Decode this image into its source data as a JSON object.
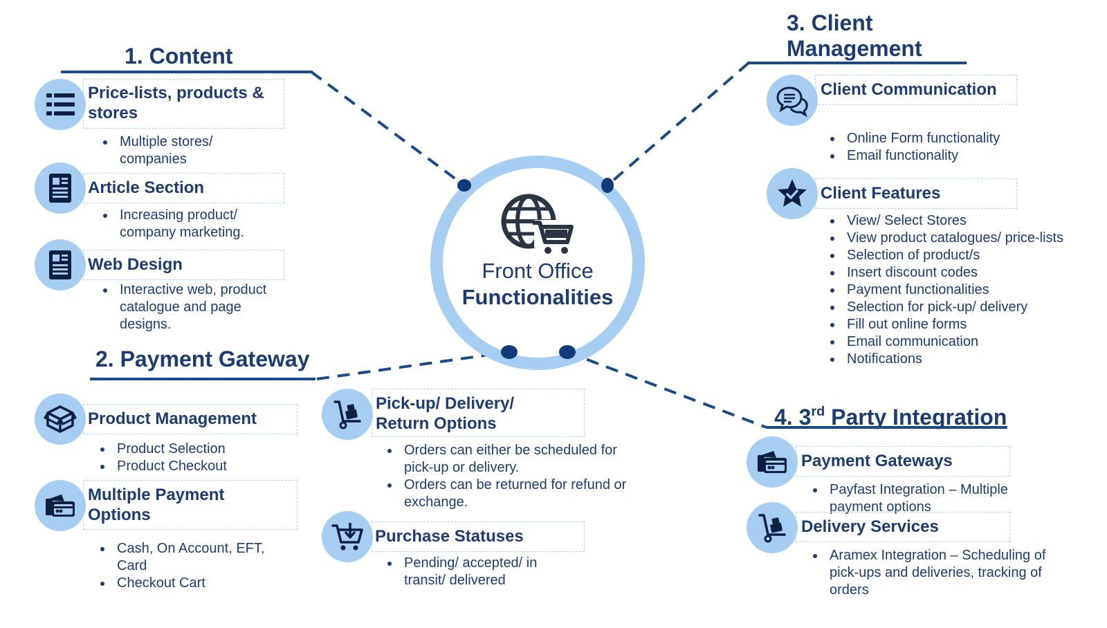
{
  "center": {
    "title_line1": "Front Office",
    "title_line2": "Functionalities",
    "icon": "globe-cart-icon"
  },
  "sections": {
    "content": {
      "heading": "1. Content"
    },
    "payment": {
      "heading": "2. Payment Gateway"
    },
    "client": {
      "heading_line1": "3. Client",
      "heading_line2": "Management"
    },
    "third_party": {
      "heading_prefix": "4. 3",
      "heading_sup": "rd",
      "heading_suffix": " Party Integration"
    }
  },
  "items": {
    "price_lists": {
      "title_line1": "Price-lists, products &",
      "title_line2": "stores",
      "icon": "list-icon",
      "bullets": [
        "Multiple stores/ companies"
      ]
    },
    "article": {
      "title": "Article Section",
      "icon": "document-icon",
      "bullets": [
        "Increasing product/ company marketing."
      ]
    },
    "web_design": {
      "title": "Web Design",
      "icon": "document-icon",
      "bullets": [
        "Interactive web, product catalogue and page designs."
      ]
    },
    "product_mgmt": {
      "title": "Product Management",
      "icon": "box-icon",
      "bullets": [
        "Product Selection",
        "Product Checkout"
      ]
    },
    "multi_payment": {
      "title_line1": "Multiple Payment",
      "title_line2": "Options",
      "icon": "credit-card-icon",
      "bullets": [
        "Cash, On Account, EFT, Card",
        "Checkout Cart"
      ]
    },
    "pickup": {
      "title_line1": "Pick-up/ Delivery/",
      "title_line2": "Return Options",
      "icon": "hand-truck-icon",
      "bullets": [
        "Orders can either be scheduled for pick-up or delivery.",
        "Orders can be returned for refund or exchange."
      ]
    },
    "purchase": {
      "title": "Purchase Statuses",
      "icon": "cart-download-icon",
      "bullets": [
        "Pending/ accepted/ in transit/ delivered"
      ]
    },
    "client_comm": {
      "title": "Client Communication",
      "icon": "chat-bubbles-icon",
      "bullets": [
        "Online Form functionality",
        "Email functionality"
      ]
    },
    "client_features": {
      "title": "Client Features",
      "icon": "star-check-icon",
      "bullets": [
        "View/ Select Stores",
        "View product catalogues/ price-lists",
        "Selection of product/s",
        "Insert discount codes",
        "Payment functionalities",
        "Selection for pick-up/ delivery",
        "Fill out online forms",
        "Email communication",
        "Notifications"
      ]
    },
    "payment_gateways": {
      "title": "Payment Gateways",
      "icon": "credit-card-icon",
      "bullets": [
        "Payfast Integration – Multiple payment options"
      ]
    },
    "delivery_services": {
      "title": "Delivery Services",
      "icon": "hand-truck-icon",
      "bullets": [
        "Aramex Integration – Scheduling of pick-ups and deliveries, tracking of orders"
      ]
    }
  },
  "colors": {
    "dark_blue": "#1f3b73",
    "accent_blue": "#1b4a86",
    "light_blue": "#a6cdf2",
    "icon_dark": "#0e1f3f"
  }
}
